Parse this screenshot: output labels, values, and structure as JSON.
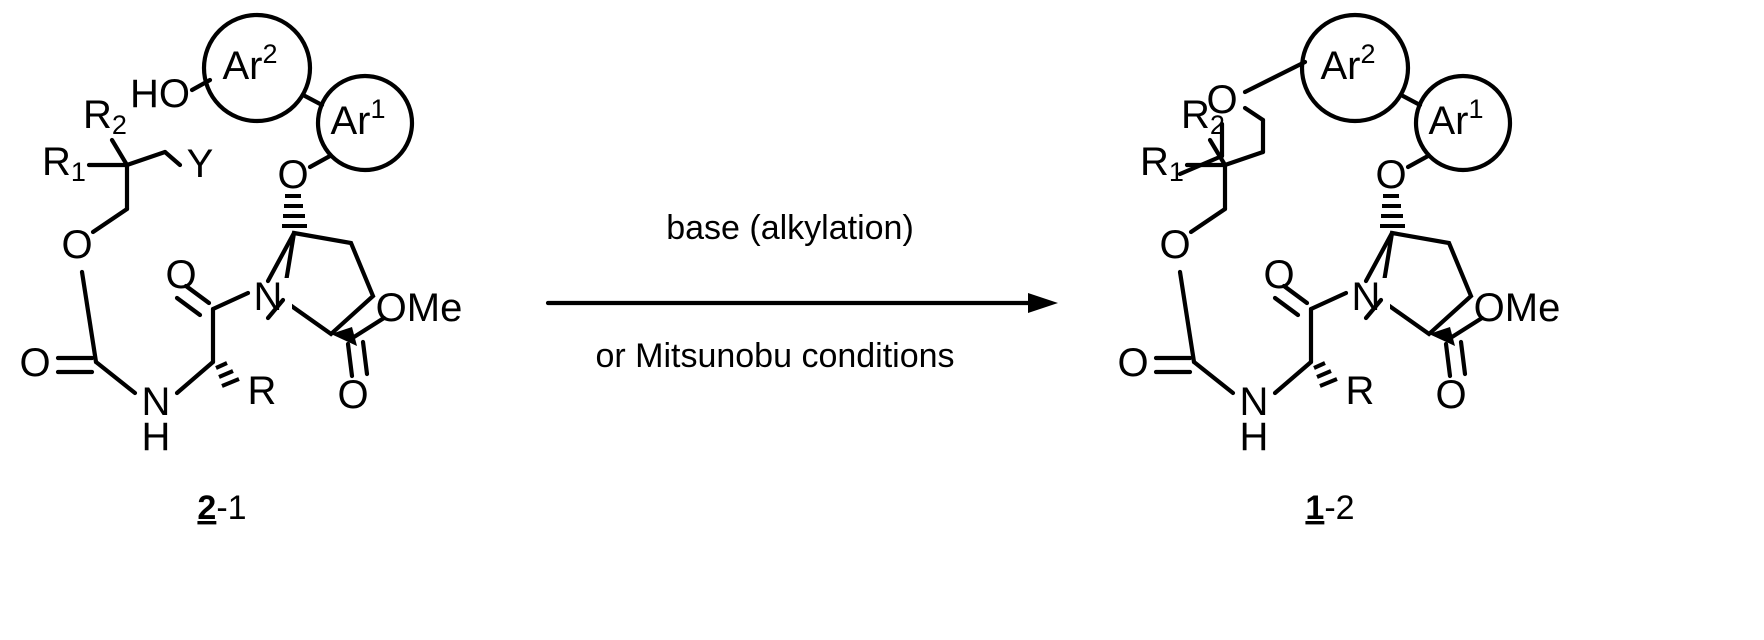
{
  "scheme": {
    "title": "Macrocyclization reaction scheme",
    "background_color": "#ffffff",
    "line_color": "#000000"
  },
  "reactant": {
    "compound_label_bold": "2",
    "compound_label_rest": "-1",
    "atoms": {
      "hydroxyl": "HO",
      "aryl2": "Ar",
      "aryl2_sup": "2",
      "aryl1": "Ar",
      "aryl1_sup": "1",
      "r1": "R",
      "r1_sub": "1",
      "r2": "R",
      "r2_sub": "2",
      "leaving_group": "Y",
      "ether_o_aryl": "O",
      "carbamate_o": "O",
      "carbamate_carbonyl_o": "O",
      "amide_carbonyl_o": "O",
      "ester_carbonyl_o": "O",
      "ester_ome": "OMe",
      "nitrogen_pyrrolidine": "N",
      "amide_nh": "N",
      "amide_nh_h": "H",
      "side_chain_r": "R"
    }
  },
  "arrow": {
    "condition_top": "base (alkylation)",
    "condition_bottom": "or Mitsunobu conditions",
    "direction": "right"
  },
  "product": {
    "compound_label_bold": "1",
    "compound_label_rest": "-2",
    "atoms": {
      "macro_ether_o": "O",
      "aryl2": "Ar",
      "aryl2_sup": "2",
      "aryl1": "Ar",
      "aryl1_sup": "1",
      "r1": "R",
      "r1_sub": "1",
      "r2": "R",
      "r2_sub": "2",
      "ether_o_aryl": "O",
      "carbamate_o": "O",
      "carbamate_carbonyl_o": "O",
      "amide_carbonyl_o": "O",
      "ester_carbonyl_o": "O",
      "ester_ome": "OMe",
      "nitrogen_pyrrolidine": "N",
      "amide_nh": "N",
      "amide_nh_h": "H",
      "side_chain_r": "R"
    }
  }
}
